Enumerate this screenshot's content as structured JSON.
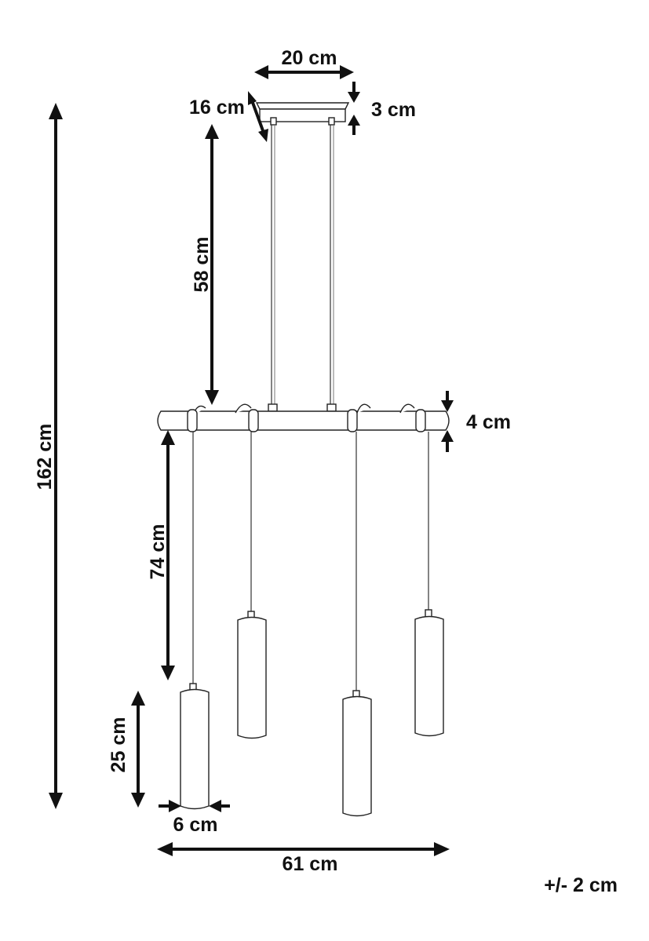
{
  "dimensions": {
    "canopy_width": "20 cm",
    "canopy_depth": "16 cm",
    "canopy_height": "3 cm",
    "rod_length": "58 cm",
    "bar_height": "4 cm",
    "cable_length": "74 cm",
    "total_height": "162 cm",
    "shade_height": "25 cm",
    "shade_diameter": "6 cm",
    "total_width": "61 cm",
    "tolerance": "+/- 2 cm"
  }
}
